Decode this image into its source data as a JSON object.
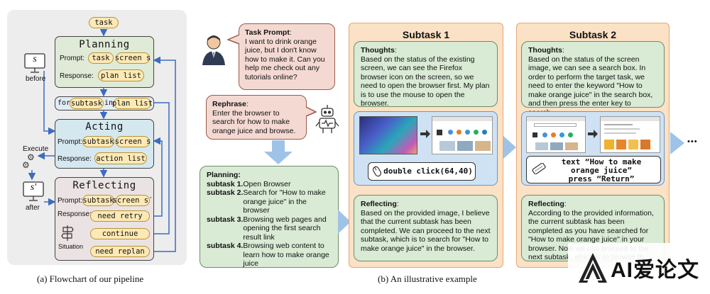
{
  "flowchart": {
    "task_label": "task",
    "planning": {
      "title": "Planning",
      "prompt_label": "Prompt:",
      "task_pill": "task",
      "screen_pill": "screen s",
      "response_label": "Response:",
      "response_pill": "plan list"
    },
    "loop": {
      "for_label": "for",
      "subtask_pill": "subtask",
      "in_label": "in",
      "plan_pill": "plan list"
    },
    "acting": {
      "title": "Acting",
      "prompt_label": "Prompt:",
      "subtask_pill": "subtask",
      "screen_pill": "screen s",
      "response_label": "Response:",
      "response_pill": "action list"
    },
    "reflecting": {
      "title": "Reflecting",
      "prompt_label": "Prompt:",
      "subtask_pill": "subtask",
      "screen_pill": "screen s′",
      "response_label": "Response:",
      "need_retry": "need retry",
      "continue": "continue",
      "need_replan": "need replan",
      "situation_label": "Situation"
    },
    "screen_before": {
      "symbol": "s",
      "label": "before"
    },
    "execute_label": "Execute",
    "screen_after": {
      "symbol": "s′",
      "label": "after"
    },
    "caption": "(a) Flowchart of our pipeline"
  },
  "example": {
    "task_prompt": {
      "heading": "Task Prompt",
      "text": "I want to drink orange juice, but I don't know how to make it. Can you help me check out any tutorials online?"
    },
    "rephrase": {
      "heading": "Rephrase",
      "text": "Enter the browser to search for how to make orange juice and browse."
    },
    "planning": {
      "heading": "Planning:",
      "items": [
        {
          "label": "subtask 1.",
          "text": "Open Browser"
        },
        {
          "label": "subtask 2.",
          "text": "Search for \"How to make orange juice\" in the browser"
        },
        {
          "label": "subtask 3.",
          "text": "Browsing web pages and opening the first search result link"
        },
        {
          "label": "subtask 4.",
          "text": "Browsing web content to learn how to make orange juice"
        }
      ]
    },
    "subtask1": {
      "title": "Subtask 1",
      "thoughts_heading": "Thoughts",
      "thoughts_text": "Based on the status of the existing screen, we can see the Firefox browser icon on the screen, so we need to open the browser first. My plan is to use the mouse to open the browser.",
      "action": "double click(64,40)",
      "reflecting_heading": "Reflecting",
      "reflecting_text": "Based on the provided image, I believe that the current subtask has been completed. We can proceed to the next subtask, which is to search for \"How to make orange juice\" in the browser."
    },
    "subtask2": {
      "title": "Subtask 2",
      "thoughts_heading": "Thoughts",
      "thoughts_text": "Based on the status of the screen image, we can see a search box. In order to perform the target task, we need to enter the keyword \"How to make orange juice\" in the search box, and then press the enter key to search.",
      "action_line1": "text “How to make",
      "action_line2": "orange juice”",
      "action_line3": "press “Return”",
      "reflecting_heading": "Reflecting",
      "reflecting_text": "According to the provided information, the current subtask has been completed as you have searched for \"How to make orange juice\" in your browser. Now we can proceed to the next subtask, which is to browse th"
    },
    "ellipsis": "•••",
    "caption": "(b) An illustrative example"
  },
  "watermark": "AI爱论文"
}
